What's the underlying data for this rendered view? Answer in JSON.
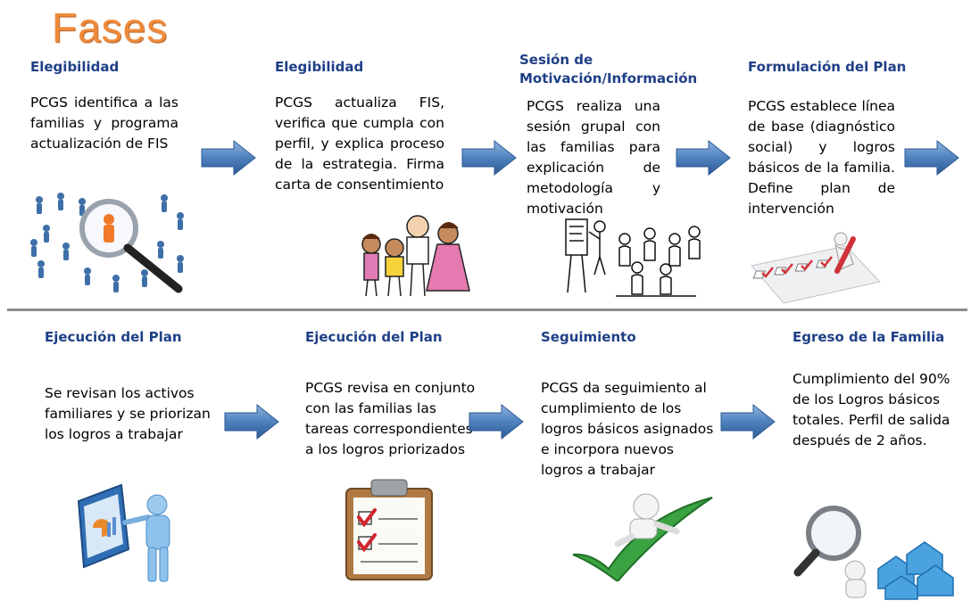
{
  "title": "Fases",
  "top_row": [
    {
      "heading": "Elegibilidad",
      "text": "PCGS identifica a las familias y programa actualización de FIS",
      "icon": "magnifier-crowd-icon"
    },
    {
      "heading": "Elegibilidad",
      "text": "PCGS actualiza FIS, verifica que cumpla con perfil, y explica proceso de la estrategia. Firma carta de consentimiento",
      "icon": "family-drawing-icon"
    },
    {
      "heading_line1": "Sesión de",
      "heading_line2": "Motivación/Información",
      "text": "PCGS realiza una sesión grupal con las familias para explicación de metodología y motivación",
      "icon": "group-meeting-sketch-icon"
    },
    {
      "heading": "Formulación del Plan",
      "text": "PCGS establece línea de base (diagnóstico social) y logros básicos de la familia. Define plan de intervención",
      "icon": "checklist-pencil-icon"
    }
  ],
  "bottom_row": [
    {
      "heading": "Ejecución del Plan",
      "text": "Se revisan los activos familiares y se priorizan los logros a trabajar",
      "icon": "presenter-board-icon"
    },
    {
      "heading": "Ejecución del Plan",
      "text": "PCGS revisa en conjunto con las familias las tareas correspondientes a los logros priorizados",
      "icon": "clipboard-checks-icon"
    },
    {
      "heading": "Seguimiento",
      "text": "PCGS da seguimiento al cumplimiento de los logros básicos asignados e incorpora nuevos logros a trabajar",
      "icon": "figure-checkmark-icon"
    },
    {
      "heading": "Egreso de la Familia",
      "text": "Cumplimiento del 90% de los Logros básicos totales. Perfil de salida después de 2 años.",
      "icon": "magnifier-houses-icon"
    }
  ],
  "colors": {
    "title": "#ef8a3a",
    "heading": "#1f3f86",
    "arrow": "#4f81bd",
    "divider": "#8c8c8c"
  }
}
